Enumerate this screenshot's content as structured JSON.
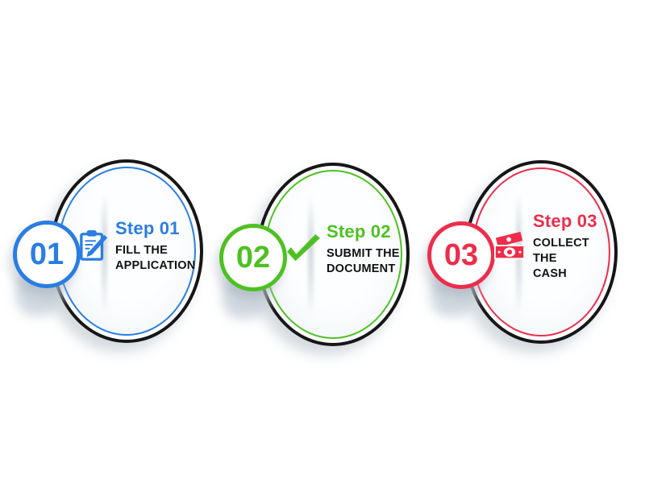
{
  "page": {
    "background_color": "#ffffff",
    "type": "three-step process infographic"
  },
  "steps": [
    {
      "number": "01",
      "title": "Step 01",
      "description": "FILL THE\nAPPLICATION",
      "icon": "clipboard-pencil-icon",
      "accent_color": "#2a7de2"
    },
    {
      "number": "02",
      "title": "Step 02",
      "description": "SUBMIT THE\nDOCUMENT",
      "icon": "checkmark-icon",
      "accent_color": "#4dc122"
    },
    {
      "number": "03",
      "title": "Step 03",
      "description": "COLLECT THE\nCASH",
      "icon": "banknotes-icon",
      "accent_color": "#ed2d4b"
    }
  ],
  "shared_colors": {
    "outer_ring": "#161616",
    "description_text": "#121212"
  }
}
